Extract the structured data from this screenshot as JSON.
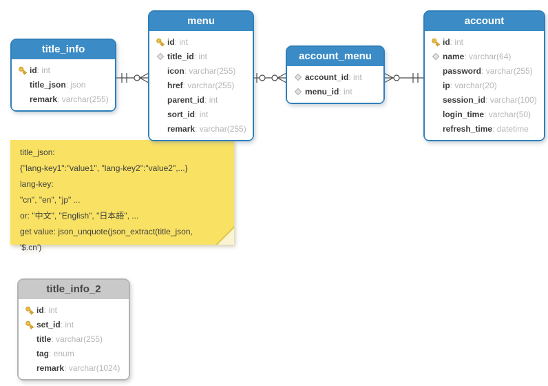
{
  "canvas": {
    "background": "#ffffff"
  },
  "tables": {
    "title_info": {
      "title": "title_info",
      "style": "blue",
      "fields": [
        {
          "icon": "key",
          "name": "id",
          "type": "int"
        },
        {
          "icon": null,
          "name": "title_json",
          "type": "json"
        },
        {
          "icon": null,
          "name": "remark",
          "type": "varchar(255)"
        }
      ]
    },
    "menu": {
      "title": "menu",
      "style": "blue",
      "fields": [
        {
          "icon": "key",
          "name": "id",
          "type": "int"
        },
        {
          "icon": "diamond",
          "name": "title_id",
          "type": "int"
        },
        {
          "icon": null,
          "name": "icon",
          "type": "varchar(255)"
        },
        {
          "icon": null,
          "name": "href",
          "type": "varchar(255)"
        },
        {
          "icon": null,
          "name": "parent_id",
          "type": "int"
        },
        {
          "icon": null,
          "name": "sort_id",
          "type": "int"
        },
        {
          "icon": null,
          "name": "remark",
          "type": "varchar(255)"
        }
      ]
    },
    "account_menu": {
      "title": "account_menu",
      "style": "blue",
      "fields": [
        {
          "icon": "diamond",
          "name": "account_id",
          "type": "int"
        },
        {
          "icon": "diamond",
          "name": "menu_id",
          "type": "int"
        }
      ]
    },
    "account": {
      "title": "account",
      "style": "blue",
      "fields": [
        {
          "icon": "key",
          "name": "id",
          "type": "int"
        },
        {
          "icon": "diamond",
          "name": "name",
          "type": "varchar(64)"
        },
        {
          "icon": null,
          "name": "password",
          "type": "varchar(255)"
        },
        {
          "icon": null,
          "name": "ip",
          "type": "varchar(20)"
        },
        {
          "icon": null,
          "name": "session_id",
          "type": "varchar(100)"
        },
        {
          "icon": null,
          "name": "login_time",
          "type": "varchar(50)"
        },
        {
          "icon": null,
          "name": "refresh_time",
          "type": "datetime"
        }
      ]
    },
    "title_info_2": {
      "title": "title_info_2",
      "style": "gray",
      "fields": [
        {
          "icon": "key",
          "name": "id",
          "type": "int"
        },
        {
          "icon": "key",
          "name": "set_id",
          "type": "int"
        },
        {
          "icon": null,
          "name": "title",
          "type": "varchar(255)"
        },
        {
          "icon": null,
          "name": "tag",
          "type": "enum"
        },
        {
          "icon": null,
          "name": "remark",
          "type": "varchar(1024)"
        }
      ]
    }
  },
  "note": {
    "lines": [
      "title_json:",
      "{\"lang-key1\":\"value1\", \"lang-key2\":\"value2\",...}",
      "lang-key:",
      "\"cn\", \"en\", \"jp\" ...",
      "or: \"中文\", \"English\", \"日本語\", ...",
      "get value: json_unquote(json_extract(title_json, '$.cn')"
    ]
  },
  "relationships": [
    {
      "from": "title_info",
      "to": "menu",
      "from_cardinality": "1",
      "to_cardinality": "0..n"
    },
    {
      "from": "menu",
      "to": "account_menu",
      "from_cardinality": "0..1",
      "to_cardinality": "0..n"
    },
    {
      "from": "account_menu",
      "to": "account",
      "from_cardinality": "0..n",
      "to_cardinality": "1"
    }
  ],
  "colors": {
    "table_header_blue": "#3b8cc6",
    "table_border_blue": "#2f7fba",
    "table_header_gray": "#c9c9c9",
    "table_border_gray": "#b3b3b3",
    "note_yellow": "#f9e263",
    "field_name": "#3c3c3c",
    "field_type": "#b5b5b5",
    "connector": "#4a4a4a",
    "key_icon": "#f2c335",
    "diamond_icon": "#e2e2e2"
  }
}
